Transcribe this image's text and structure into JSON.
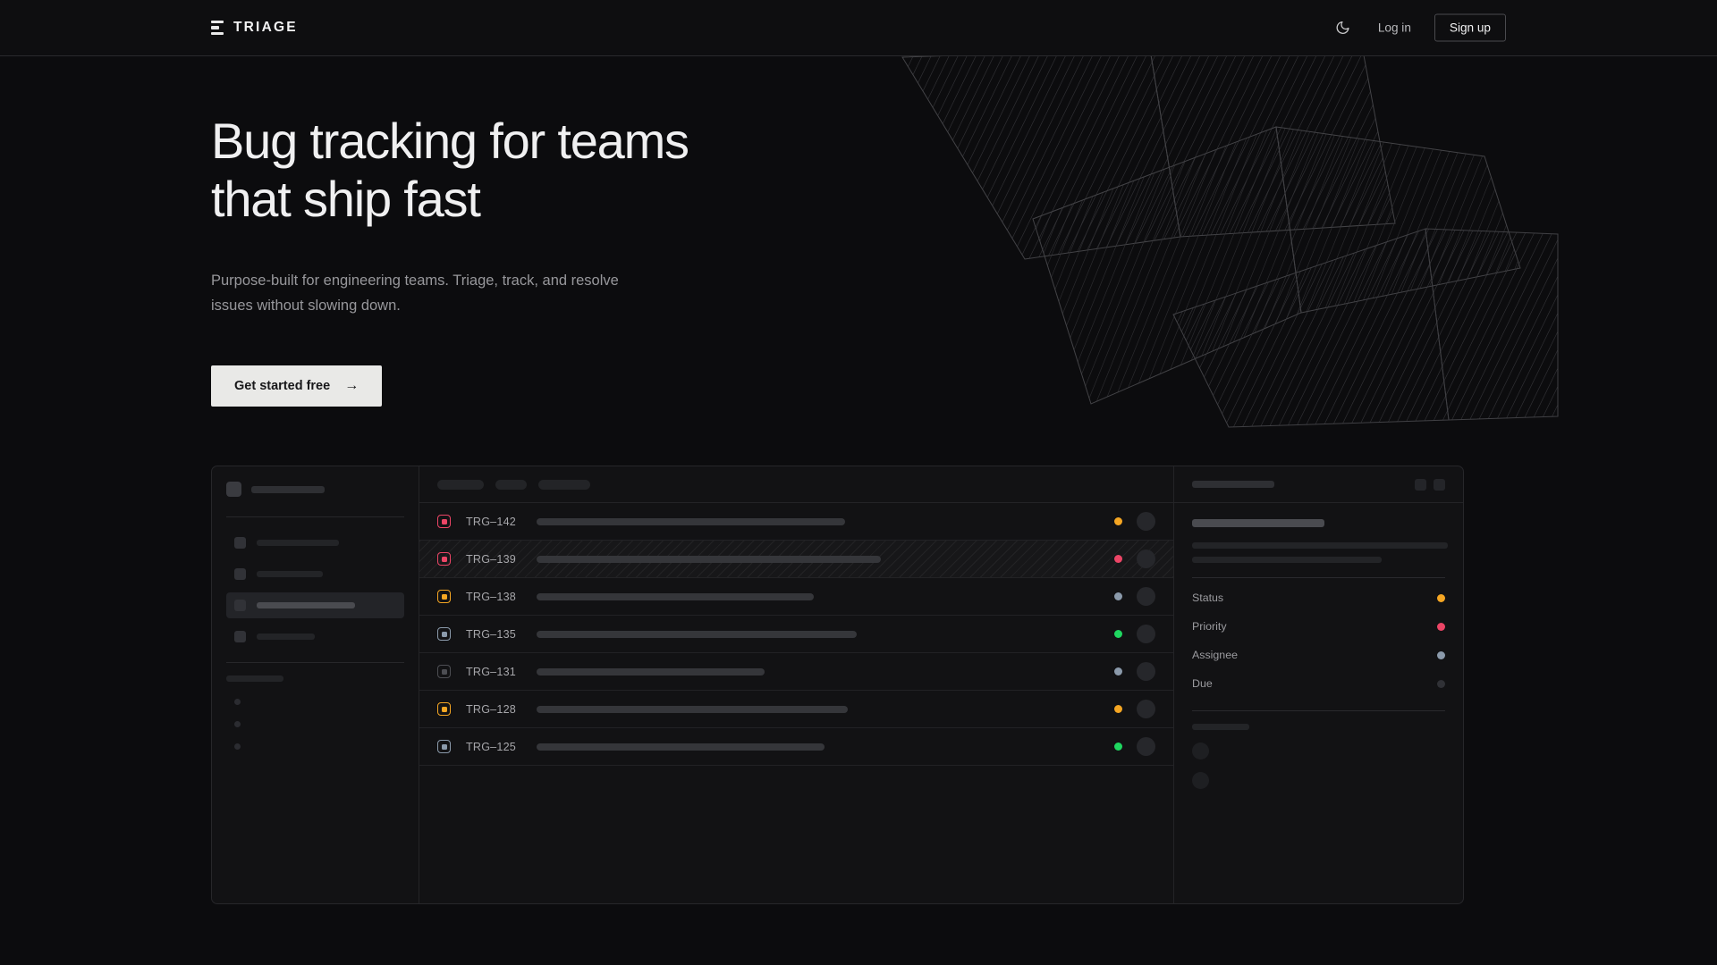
{
  "header": {
    "brand": "TRIAGE",
    "brand_icon": "stacked-bars-logo-icon",
    "theme_toggle_icon": "moon-icon",
    "login_label": "Log in",
    "signup_label": "Sign up"
  },
  "hero": {
    "heading_line1": "Bug tracking for teams",
    "heading_line2": "that ship fast",
    "subtext": "Purpose-built for engineering teams. Triage, track, and resolve issues without slowing down.",
    "cta_label": "Get started free",
    "cta_arrow": "→"
  },
  "colors": {
    "page_bg": "#0c0c0e",
    "header_bg": "#0e0e10",
    "panel_bg": "#121214",
    "border": "#27272a",
    "accent_amber": "#f5a623",
    "accent_pink": "#ec4566",
    "accent_green": "#1fd760",
    "accent_slate": "#8b9aab",
    "accent_gray": "#4d4e53",
    "cta_bg": "#e9e9e7",
    "text_primary": "#f0f0f1",
    "text_muted": "#97979b"
  },
  "app": {
    "sidebar": {
      "workspace_skeleton_width": 82,
      "items": [
        {
          "label_width": 92,
          "active": false
        },
        {
          "label_width": 74,
          "active": false
        },
        {
          "label_width": 110,
          "active": true
        },
        {
          "label_width": 65,
          "active": false
        }
      ],
      "section_label_width": 64,
      "sub_items": 3
    },
    "list": {
      "filter_pills": [
        52,
        35,
        58
      ],
      "rows": [
        {
          "id": "TRG–142",
          "badge": "#ec4566",
          "dot": "#f5a623",
          "title_width": 345,
          "selected": false
        },
        {
          "id": "TRG–139",
          "badge": "#ec4566",
          "dot": "#ec4566",
          "title_width": 385,
          "selected": true
        },
        {
          "id": "TRG–138",
          "badge": "#f5a623",
          "dot": "#8b9aab",
          "title_width": 310,
          "selected": false
        },
        {
          "id": "TRG–135",
          "badge": "#8b9aab",
          "dot": "#1fd760",
          "title_width": 358,
          "selected": false
        },
        {
          "id": "TRG–131",
          "badge": "#4d4e53",
          "dot": "#8b9aab",
          "title_width": 255,
          "selected": false
        },
        {
          "id": "TRG–128",
          "badge": "#f5a623",
          "dot": "#f5a623",
          "title_width": 348,
          "selected": false
        },
        {
          "id": "TRG–125",
          "badge": "#8b9aab",
          "dot": "#1fd760",
          "title_width": 322,
          "selected": false
        }
      ]
    },
    "detail": {
      "title_skeleton_width": 92,
      "header_icons": [
        "square-icon",
        "square-icon"
      ],
      "issue_title_width": 148,
      "desc_line_widths": [
        286,
        212
      ],
      "meta": [
        {
          "label": "Status",
          "dot": "#f5a623"
        },
        {
          "label": "Priority",
          "dot": "#ec4566"
        },
        {
          "label": "Assignee",
          "dot": "#8b9aab"
        },
        {
          "label": "Due",
          "dot": "#303136"
        }
      ],
      "activity_label_width": 64,
      "activity_items": 2
    }
  }
}
